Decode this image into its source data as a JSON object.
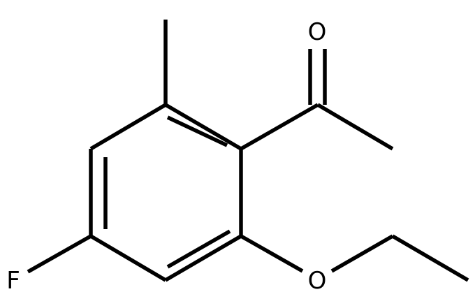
{
  "molecule": {
    "atoms": {
      "oxygen_carbonyl": "O",
      "oxygen_ether": "O",
      "fluorine": "F"
    }
  },
  "colors": {
    "bond": "#000000",
    "label": "#000000",
    "background": "#ffffff"
  }
}
